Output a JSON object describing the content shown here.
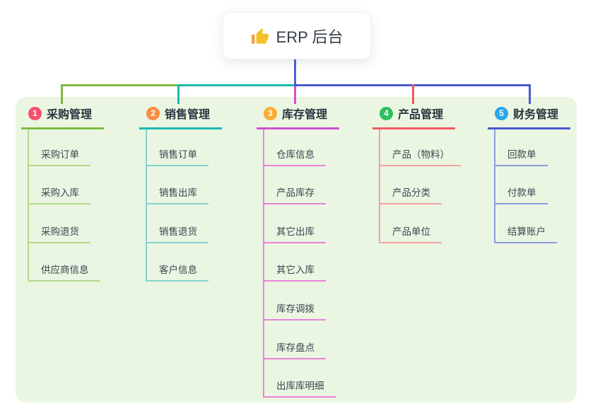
{
  "root": {
    "title": "ERP 后台",
    "icon": "thumbs-up-icon",
    "icon_color": "#f6b93b"
  },
  "panel_color": "#eaf6e2",
  "connector_root_color": "#4f5fd5",
  "branches": [
    {
      "index": "1",
      "label": "采购管理",
      "line_color": "#7dbb40",
      "child_line_color": "#b4d98c",
      "badge_color": "#f4516c",
      "children": [
        "采购订单",
        "采购入库",
        "采购退货",
        "供应商信息"
      ]
    },
    {
      "index": "2",
      "label": "销售管理",
      "line_color": "#1cb9ae",
      "child_line_color": "#82d5cc",
      "badge_color": "#fb8c41",
      "children": [
        "销售订单",
        "销售出库",
        "销售退货",
        "客户信息"
      ]
    },
    {
      "index": "3",
      "label": "库存管理",
      "line_color": "#cf50d2",
      "child_line_color": "#ea83d6",
      "badge_color": "#fbad31",
      "children": [
        "仓库信息",
        "产品库存",
        "其它出库",
        "其它入库",
        "库存调拨",
        "库存盘点",
        "出库库明细"
      ]
    },
    {
      "index": "4",
      "label": "产品管理",
      "line_color": "#f2565e",
      "child_line_color": "#f8a0a4",
      "badge_color": "#2ebd5f",
      "children": [
        "产品（物料）",
        "产品分类",
        "产品单位"
      ]
    },
    {
      "index": "5",
      "label": "财务管理",
      "line_color": "#4a5ad0",
      "child_line_color": "#8b9de2",
      "badge_color": "#2aa7ea",
      "children": [
        "回款单",
        "付款单",
        "结算账户"
      ]
    }
  ]
}
